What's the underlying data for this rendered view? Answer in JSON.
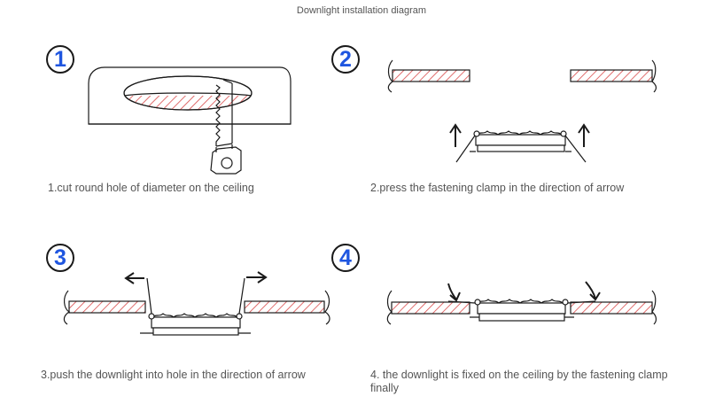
{
  "title": "Downlight installation diagram",
  "steps": [
    {
      "number": "1",
      "caption": "1.cut round hole of diameter  on the ceiling"
    },
    {
      "number": "2",
      "caption": "2.press the fastening clamp in the direction of arrow"
    },
    {
      "number": "3",
      "caption": "3.push the downlight into hole in the direction of arrow"
    },
    {
      "number": "4",
      "caption": "4. the downlight is fixed on the ceiling by the fastening clamp finally"
    }
  ],
  "colors": {
    "badge_number": "#1f56e0",
    "hatch": "#d94a4a",
    "line": "#1a1a1a"
  }
}
